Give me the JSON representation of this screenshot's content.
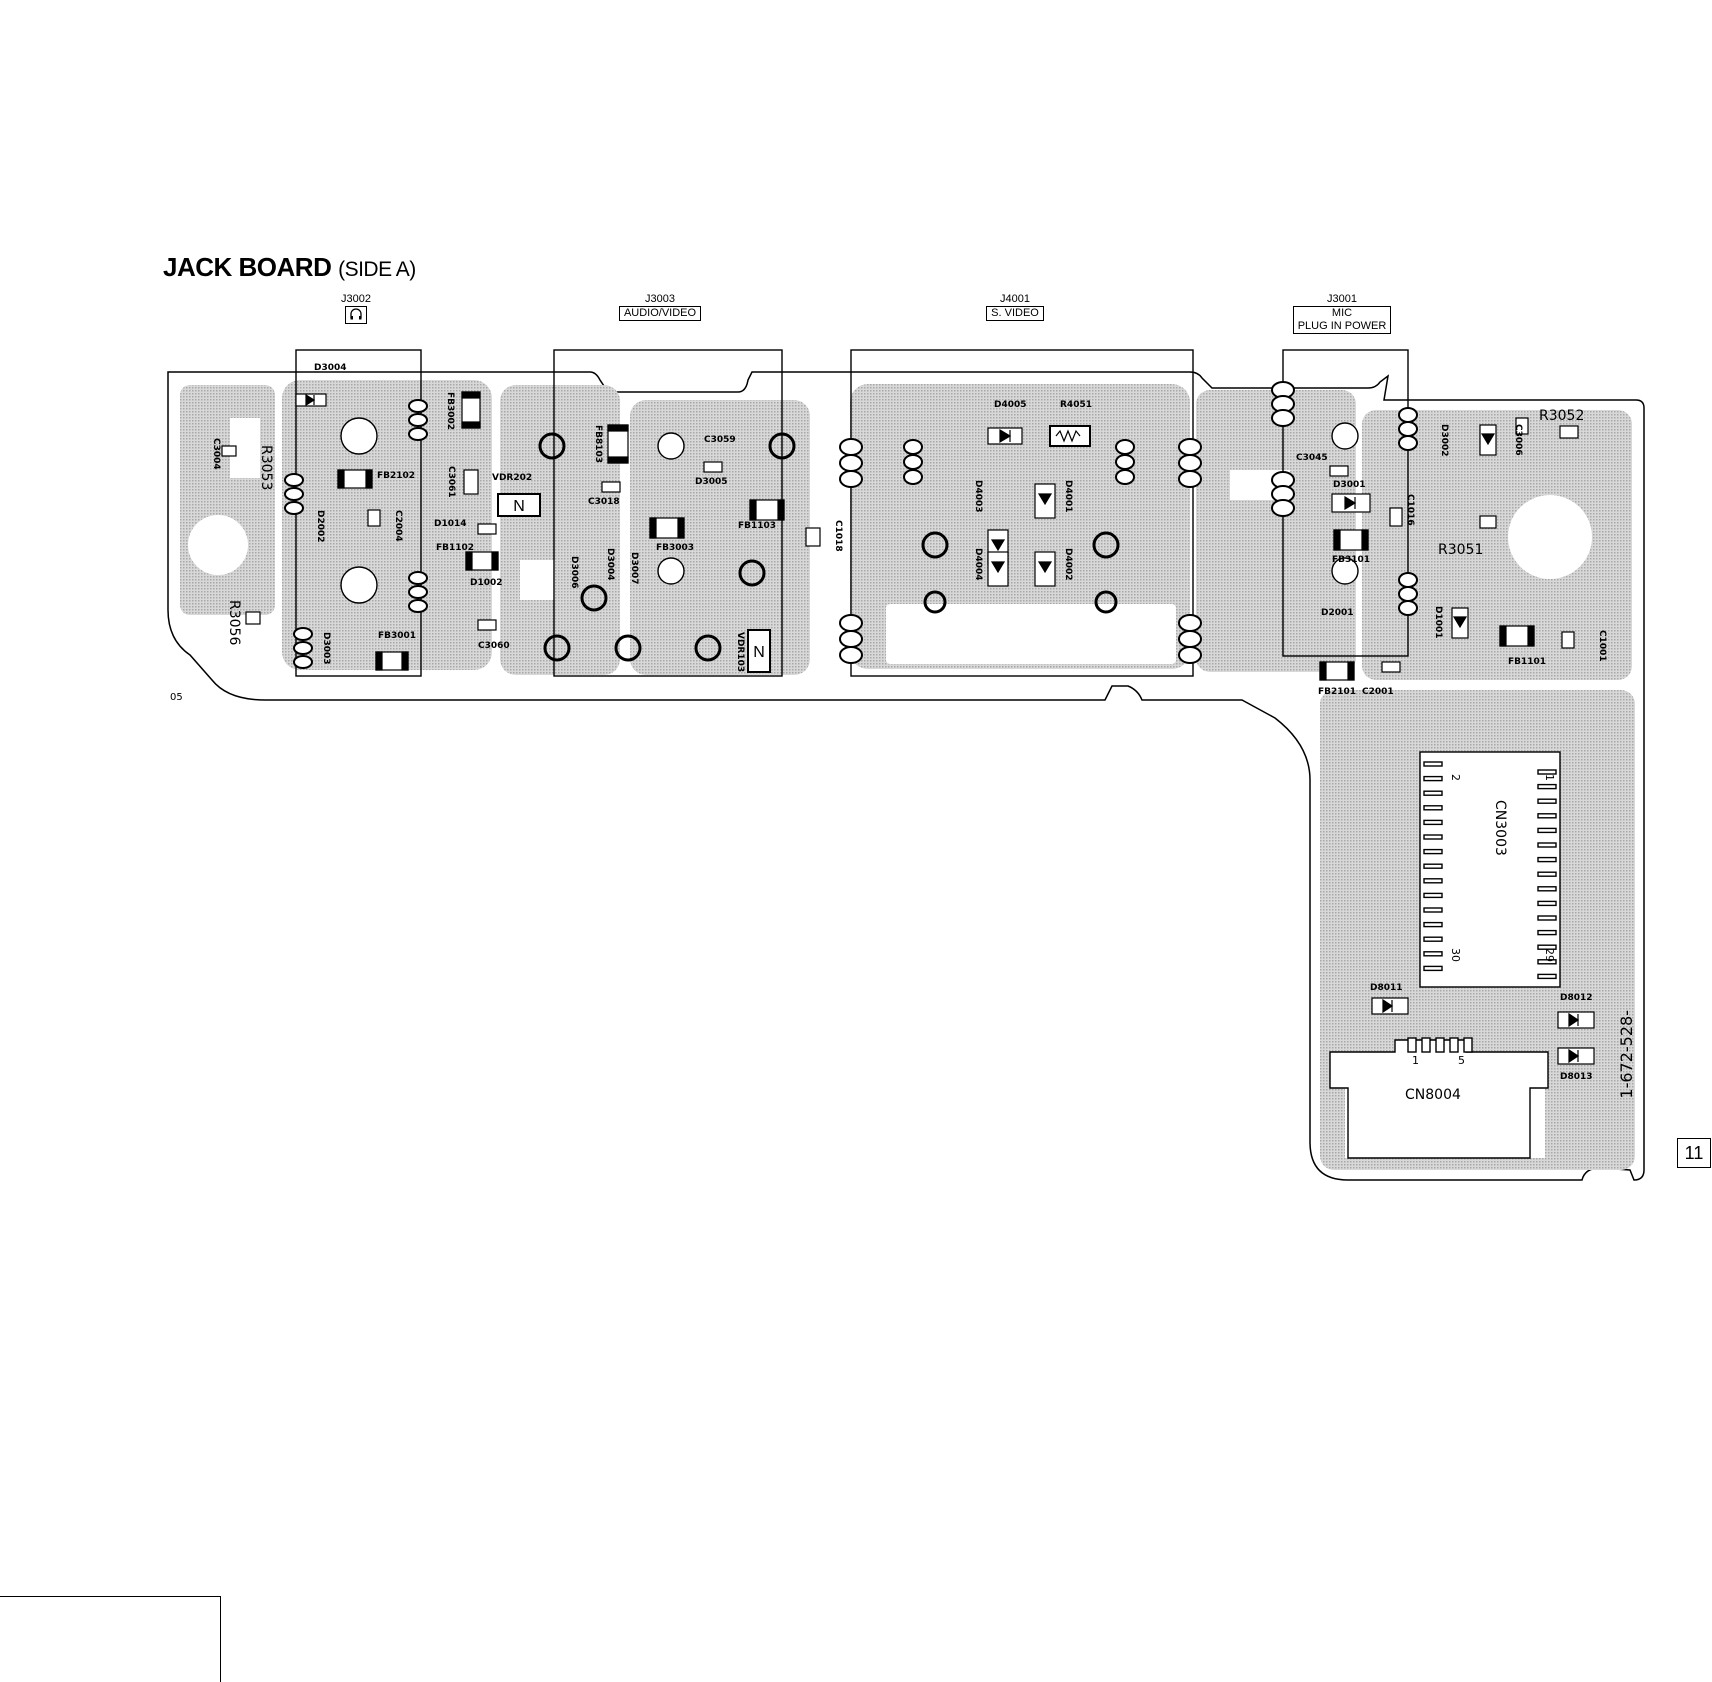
{
  "board": {
    "title": "JACK BOARD",
    "side": "(SIDE A)",
    "page_mark": "05",
    "part_number": "1-672-528-",
    "side_index": "11"
  },
  "jacks": [
    {
      "ref": "J3002",
      "label": ""
    },
    {
      "ref": "J3003",
      "label": "AUDIO/VIDEO"
    },
    {
      "ref": "J4001",
      "label": "S. VIDEO"
    },
    {
      "ref": "J3001",
      "label": "MIC\nPLUG IN POWER"
    }
  ],
  "connectors": {
    "cn3003": {
      "ref": "CN3003",
      "pin_a": "2",
      "pin_b": "1",
      "pin_c": "30",
      "pin_d": "29"
    },
    "cn8004": {
      "ref": "CN8004",
      "pin_a": "1",
      "pin_b": "5"
    }
  },
  "components": [
    "D3004",
    "R3053",
    "C3004",
    "FB2102",
    "D2002",
    "C2004",
    "FB3002",
    "C3061",
    "VDR202",
    "D1014",
    "FB1102",
    "D1002",
    "C3060",
    "FB3001",
    "D3003",
    "R3056",
    "FB8103",
    "C3059",
    "D3005",
    "C3018",
    "FB1103",
    "FB3003",
    "D3006",
    "D3007",
    "D3004",
    "VDR103",
    "C1018",
    "D4005",
    "R4051",
    "D4003",
    "D4001",
    "D4004",
    "D4002",
    "C3045",
    "D3001",
    "D3002",
    "C3006",
    "R3052",
    "R3051",
    "FB3101",
    "C1016",
    "D2001",
    "FB2101",
    "C2001",
    "D1001",
    "FB1101",
    "C1001",
    "D8011",
    "D8012",
    "D8013"
  ],
  "colors": {
    "copper": "#c9c9c9",
    "ink": "#000000",
    "paper": "#ffffff"
  }
}
